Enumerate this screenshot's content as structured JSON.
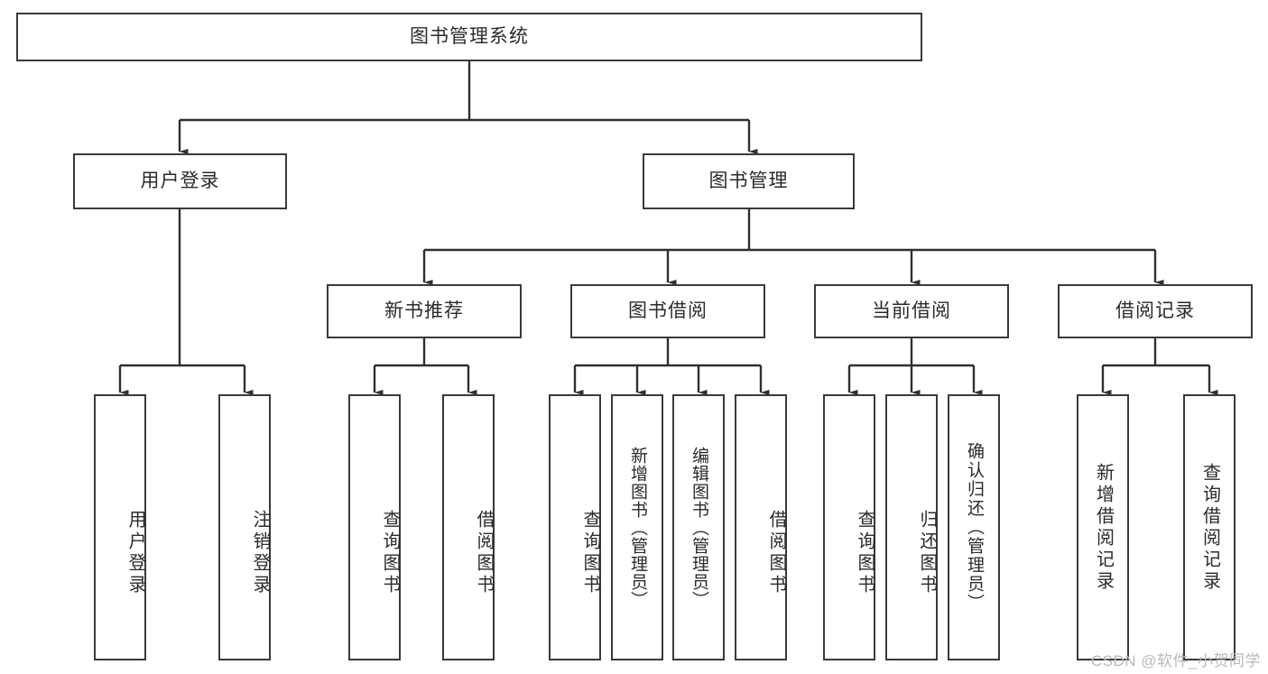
{
  "diagram": {
    "title": "图书管理系统",
    "type": "tree",
    "orientation": "top-down",
    "colors": {
      "box_border": "#3a3a3a",
      "box_fill": "#ffffff",
      "connector": "#2f2f2f",
      "text": "#2b2b2b",
      "watermark": "#b9b9b9",
      "background": "#ffffff"
    },
    "root": {
      "label": "图书管理系统"
    },
    "level2": [
      {
        "label": "用户登录"
      },
      {
        "label": "图书管理"
      }
    ],
    "level3": [
      {
        "label": "新书推荐"
      },
      {
        "label": "图书借阅"
      },
      {
        "label": "当前借阅"
      },
      {
        "label": "借阅记录"
      }
    ],
    "leaves": {
      "user_login": [
        {
          "label": "用户登录"
        },
        {
          "label": "注销登录"
        }
      ],
      "new_book_recommend": [
        {
          "label": "查询图书"
        },
        {
          "label": "借阅图书"
        }
      ],
      "book_borrow": [
        {
          "label": "查询图书"
        },
        {
          "label": "新增图书（管理员）"
        },
        {
          "label": "编辑图书（管理员）"
        },
        {
          "label": "借阅图书"
        }
      ],
      "current_borrow": [
        {
          "label": "查询图书"
        },
        {
          "label": "归还图书"
        },
        {
          "label": "确认归还（管理员）"
        }
      ],
      "borrow_record": [
        {
          "label": "新增借阅记录"
        },
        {
          "label": "查询借阅记录"
        }
      ]
    }
  },
  "watermark": {
    "text": "CSDN @软件_小贺同学"
  }
}
